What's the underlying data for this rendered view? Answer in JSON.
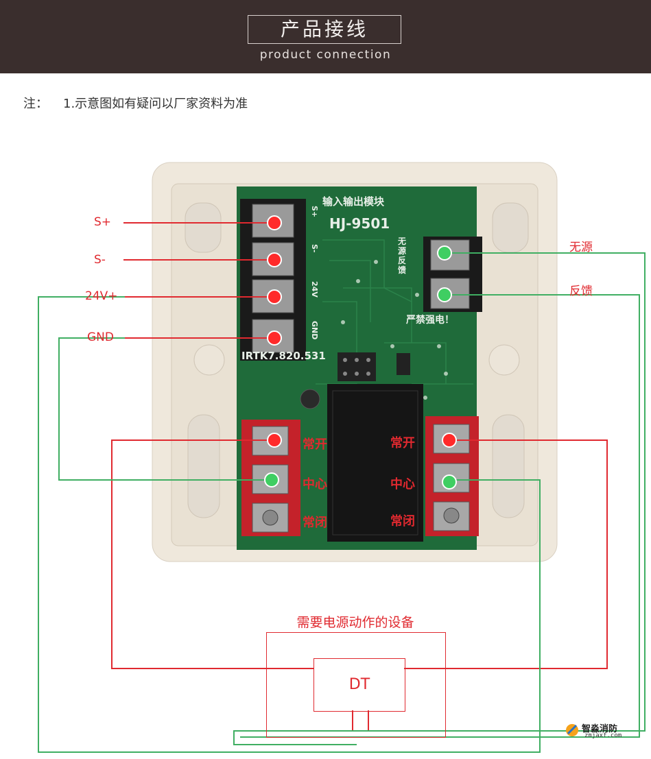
{
  "header": {
    "title": "产品接线",
    "subtitle": "product connection"
  },
  "note": {
    "prefix": "注：",
    "text": "1.示意图如有疑问以厂家资料为准"
  },
  "board": {
    "title_cn": "输入输出模块",
    "model": "HJ-9501",
    "code": "IRTK7.820.531",
    "warning": "严禁强电！",
    "side_label": "无源反馈",
    "pin_labels": [
      "S+",
      "S-",
      "24V",
      "GND"
    ]
  },
  "terminals_left_labels": [
    "S+",
    "S-",
    "24V+",
    "GND"
  ],
  "terminals_right_labels": [
    "无源",
    "反馈"
  ],
  "relay_left_labels": [
    "常开",
    "中心",
    "常闭"
  ],
  "relay_right_labels": [
    "常开",
    "中心",
    "常闭"
  ],
  "device": {
    "title": "需要电源动作的设备",
    "label": "DT"
  },
  "watermark": {
    "name": "智淼消防",
    "url": "zmjaxf.com"
  },
  "colors": {
    "red_wire": "#e0292f",
    "green_wire": "#3fae62",
    "header_bg": "#3a2e2d",
    "pcb": "#1f6b3a"
  }
}
